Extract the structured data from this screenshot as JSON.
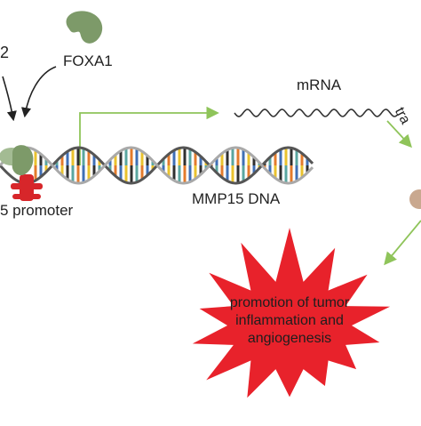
{
  "labels": {
    "foxa1": "FOXA1",
    "left_fragment": "2",
    "mrna": "mRNA",
    "translation_fragment": "tra",
    "dna": "MMP15 DNA",
    "promoter": "5 promoter"
  },
  "outcome": {
    "line1": "promotion of tumor",
    "line2": "inflammation and",
    "line3": "angiogenesis"
  },
  "colors": {
    "protein": "#7d9a69",
    "protein_light": "#a3bb93",
    "promoter_red": "#d7262a",
    "burst_red": "#e8222b",
    "arrow_green": "#8fc45a",
    "arrow_black": "#222222",
    "dna_rungs": [
      "#e37b2c",
      "#3f6fb5",
      "#e9c22e",
      "#2f2f2f",
      "#5aa6a0"
    ],
    "strand_dark": "#555555",
    "strand_light": "#a9a9a9",
    "ribosome": "#c9a88f"
  }
}
